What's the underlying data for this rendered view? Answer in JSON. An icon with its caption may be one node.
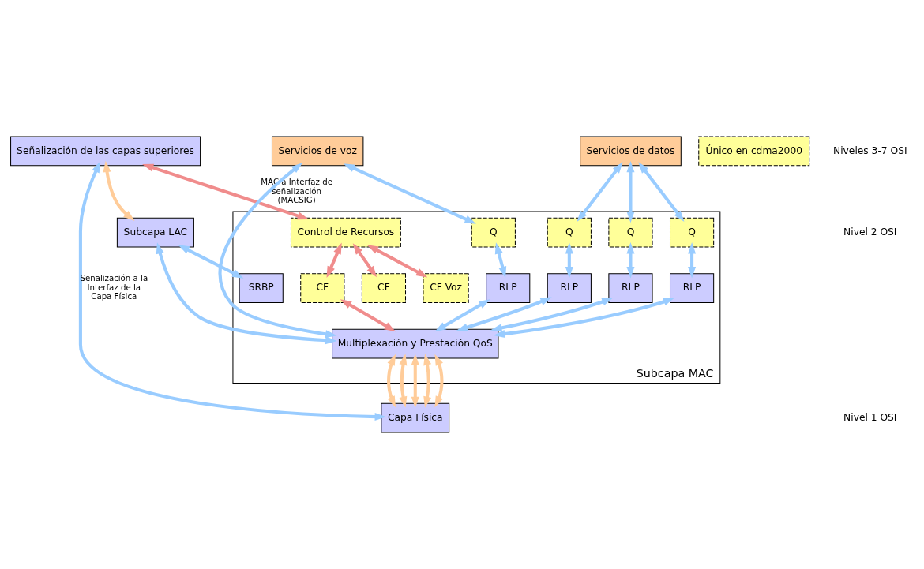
{
  "diagram": {
    "nodes": [
      {
        "text": [
          "Señalización de las capas superiores"
        ]
      },
      {
        "text": [
          "Servicios de datos"
        ]
      },
      {
        "text": [
          "Servicios de voz"
        ]
      },
      {
        "text": [
          "Subcapa LAC"
        ]
      },
      {
        "text": [
          "Único en cdma2000"
        ]
      },
      {
        "text": [
          "Subcapa MAC"
        ]
      },
      {
        "text": [
          "Control de Recursos"
        ],
        "in": 5
      },
      {
        "text": [
          "CF"
        ],
        "in": 5
      },
      {
        "text": [
          "CF Voz"
        ],
        "in": 5
      },
      {
        "text": [
          "CF"
        ],
        "in": 5
      },
      {
        "text": [
          "SRBP"
        ],
        "in": 5
      },
      {
        "text": [
          "Q"
        ],
        "in": 5
      },
      {
        "text": [
          "Q"
        ],
        "in": 5
      },
      {
        "text": [
          "Q"
        ],
        "in": 5
      },
      {
        "text": [
          "Q"
        ],
        "in": 5
      },
      {
        "text": [
          "RLP"
        ],
        "in": 5
      },
      {
        "text": [
          "RLP"
        ],
        "in": 5
      },
      {
        "text": [
          "RLP"
        ],
        "in": 5
      },
      {
        "text": [
          "RLP"
        ],
        "in": 5
      },
      {
        "text": [
          "Multiplexación y Prestación QoS"
        ],
        "in": 5
      },
      {
        "text": [
          "Capa Física"
        ]
      }
    ],
    "edges": [
      {
        "from": 0,
        "to": 20,
        "arrow": "both",
        "label": "Señalización a la Interfaz de la Capa Física"
      },
      {
        "from": 0,
        "to": 6,
        "arrow": "both",
        "label": "MAC a Interfaz de señalización (MACSIG)",
        "color": "#f08c8c"
      },
      {
        "from": 0,
        "to": 3,
        "arrow": "both",
        "color": "#ffcc99"
      },
      {
        "from": 3,
        "to": 10,
        "arrow": "both"
      },
      {
        "from": 3,
        "to": 19,
        "arrow": "both"
      },
      {
        "from": 1,
        "to": 11,
        "arrow": "both"
      },
      {
        "from": 1,
        "to": 12,
        "arrow": "both"
      },
      {
        "from": 1,
        "to": 13,
        "arrow": "both"
      },
      {
        "from": 2,
        "to": 14,
        "arrow": "both"
      },
      {
        "from": 2,
        "to": 19,
        "arrow": "both"
      },
      {
        "from": 6,
        "to": 7,
        "arrow": "both",
        "color": "#f08c8c"
      },
      {
        "from": 6,
        "to": 8,
        "arrow": "both",
        "color": "#f08c8c"
      },
      {
        "from": 6,
        "to": 9,
        "arrow": "both",
        "color": "#f08c8c"
      },
      {
        "from": 9,
        "to": 19,
        "arrow": "both",
        "color": "#f08c8c"
      },
      {
        "from": 11,
        "to": 15,
        "arrow": "both"
      },
      {
        "from": 12,
        "to": 16,
        "arrow": "both"
      },
      {
        "from": 13,
        "to": 17,
        "arrow": "both"
      },
      {
        "from": 14,
        "to": 18,
        "arrow": "both"
      },
      {
        "from": 15,
        "to": 19,
        "arrow": "both"
      },
      {
        "from": 16,
        "to": 19,
        "arrow": "both"
      },
      {
        "from": 17,
        "to": 19,
        "arrow": "both"
      },
      {
        "from": 18,
        "to": 19,
        "arrow": "both"
      },
      {
        "from": 19,
        "to": 20,
        "arrow": "both",
        "color": "#ffcc99"
      },
      {
        "from": 19,
        "to": 20,
        "arrow": "both",
        "color": "#ffcc99"
      },
      {
        "from": 19,
        "to": 20,
        "arrow": "both",
        "color": "#ffcc99"
      },
      {
        "from": 19,
        "to": 20,
        "arrow": "both",
        "color": "#ffcc99"
      },
      {
        "from": 19,
        "to": 20,
        "arrow": "both",
        "color": "#ffcc99"
      }
    ],
    "labels": [
      "Niveles 3-7 OSI",
      "Nivel 2 OSI",
      "Nivel 1 OSI"
    ]
  }
}
